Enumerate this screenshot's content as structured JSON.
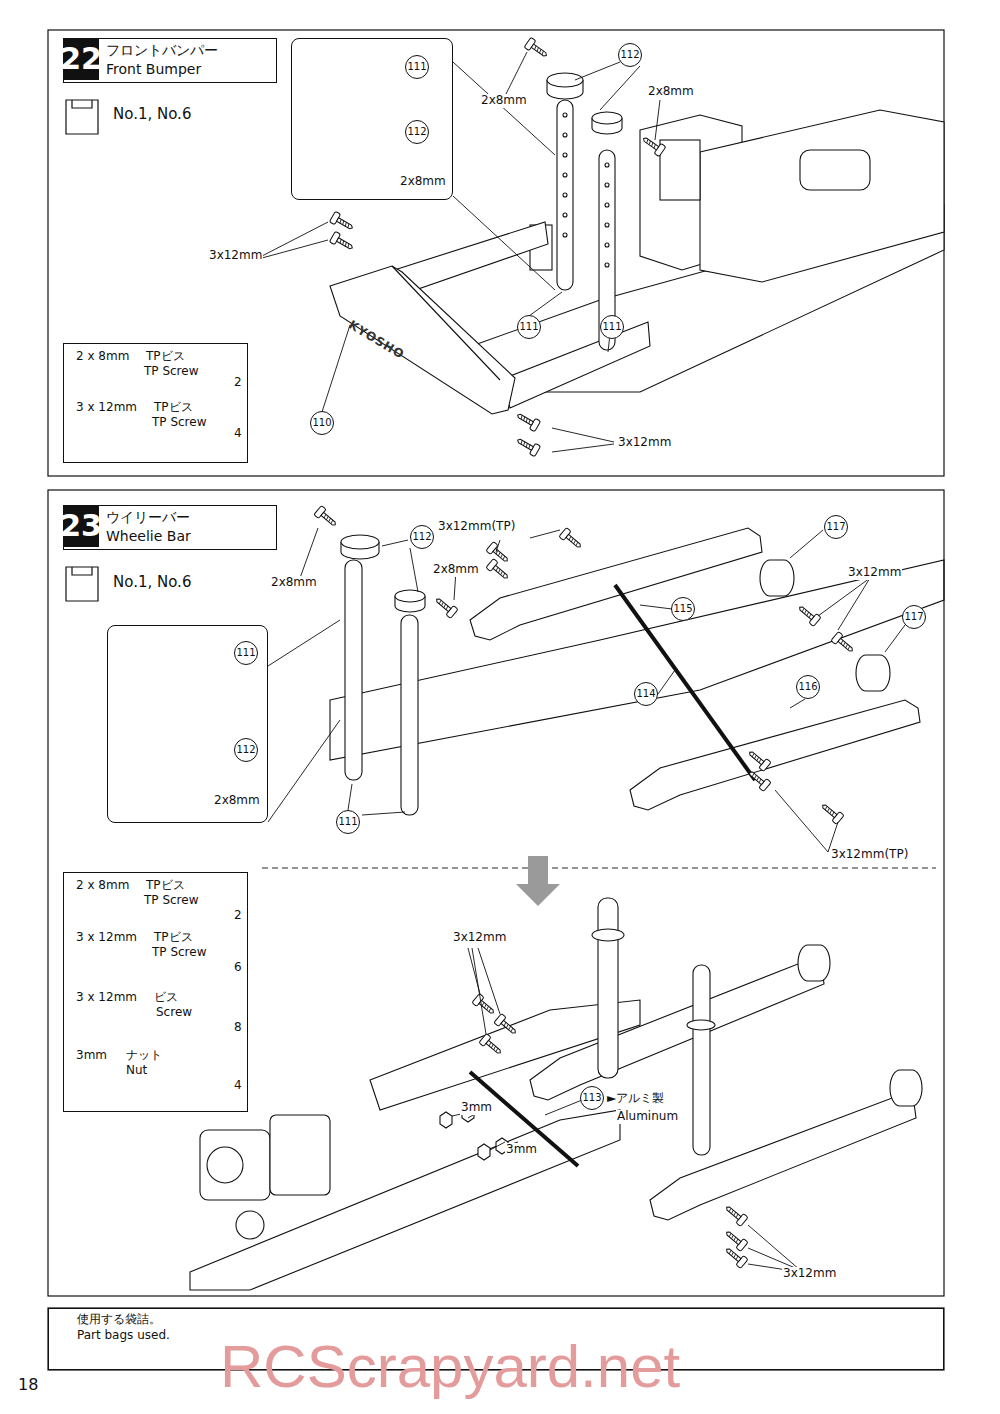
{
  "diagram": {
    "nodes": [
      {
        "text": [
          "22",
          "フロントバンパー",
          "Front Bumper"
        ]
      },
      {
        "text": [
          "111",
          "112",
          "2x8mm"
        ]
      },
      {
        "text": [
          "2 x 8mm",
          "TPビス",
          "TP Screw",
          "2",
          "3 x 12mm",
          "TPビス",
          "TP Screw",
          "4"
        ]
      },
      {
        "text": [
          "23",
          "ウイリーバー",
          "Wheelie Bar"
        ]
      },
      {
        "text": [
          "111",
          "112",
          "2x8mm"
        ]
      },
      {
        "text": [
          "2 x 8mm",
          "TPビス",
          "TP Screw",
          "2",
          "3 x 12mm",
          "TPビス",
          "TP Screw",
          "6",
          "3 x 12mm",
          "ビス",
          "Screw",
          "8",
          "3mm",
          "ナット",
          "Nut",
          "4"
        ]
      },
      {
        "text": [
          "使用する袋詰。",
          "Part bags used."
        ]
      }
    ],
    "labels": [
      "No.1, No.6",
      "2x8mm",
      "112",
      "2x8mm",
      "3x12mm",
      "111",
      "111",
      "110",
      "3x12mm",
      "KYOSHO",
      "No.1, No.6",
      "2x8mm",
      "112",
      "3x12mm(TP)",
      "2x8mm",
      "117",
      "3x12mm",
      "117",
      "115",
      "114",
      "116",
      "111",
      "3x12mm(TP)",
      "3x12mm",
      "113",
      "►アルミ製",
      "Aluminum",
      "3mm",
      "3mm",
      "3x12mm",
      "18",
      "RCScrapyard.net"
    ]
  }
}
